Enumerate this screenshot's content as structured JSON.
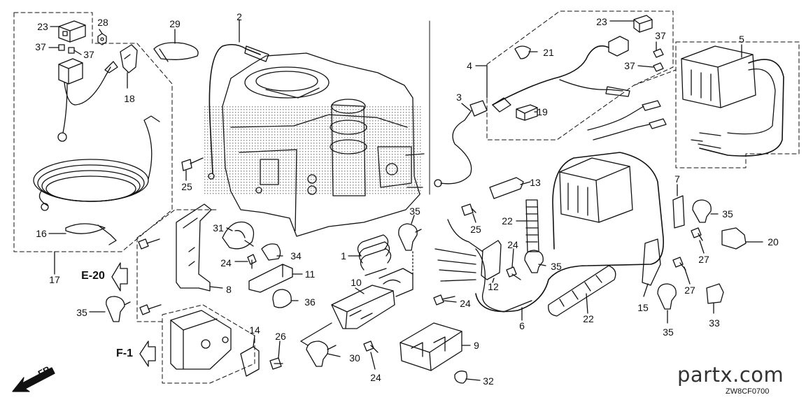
{
  "diagram": {
    "callouts": [
      {
        "id": "p23a",
        "label": "23"
      },
      {
        "id": "p28",
        "label": "28"
      },
      {
        "id": "p29",
        "label": "29"
      },
      {
        "id": "p2",
        "label": "2"
      },
      {
        "id": "p37a",
        "label": "37"
      },
      {
        "id": "p37b",
        "label": "37"
      },
      {
        "id": "p18",
        "label": "18"
      },
      {
        "id": "p25a",
        "label": "25"
      },
      {
        "id": "p16",
        "label": "16"
      },
      {
        "id": "p17",
        "label": "17"
      },
      {
        "id": "p31",
        "label": "31"
      },
      {
        "id": "p24a",
        "label": "24"
      },
      {
        "id": "p34",
        "label": "34"
      },
      {
        "id": "p11",
        "label": "11"
      },
      {
        "id": "p8",
        "label": "8"
      },
      {
        "id": "p36",
        "label": "36"
      },
      {
        "id": "p35a",
        "label": "35"
      },
      {
        "id": "p14",
        "label": "14"
      },
      {
        "id": "p26",
        "label": "26"
      },
      {
        "id": "p1",
        "label": "1"
      },
      {
        "id": "p10",
        "label": "10"
      },
      {
        "id": "p24b",
        "label": "24"
      },
      {
        "id": "p30",
        "label": "30"
      },
      {
        "id": "p24c",
        "label": "24"
      },
      {
        "id": "p9",
        "label": "9"
      },
      {
        "id": "p32",
        "label": "32"
      },
      {
        "id": "p35b",
        "label": "35"
      },
      {
        "id": "p25b",
        "label": "25"
      },
      {
        "id": "p22a",
        "label": "22"
      },
      {
        "id": "p12",
        "label": "12"
      },
      {
        "id": "p24d",
        "label": "24"
      },
      {
        "id": "p35c",
        "label": "35"
      },
      {
        "id": "p6",
        "label": "6"
      },
      {
        "id": "p22b",
        "label": "22"
      },
      {
        "id": "p3",
        "label": "3"
      },
      {
        "id": "p4",
        "label": "4"
      },
      {
        "id": "p21",
        "label": "21"
      },
      {
        "id": "p23b",
        "label": "23"
      },
      {
        "id": "p37c",
        "label": "37"
      },
      {
        "id": "p37d",
        "label": "37"
      },
      {
        "id": "p19",
        "label": "19"
      },
      {
        "id": "p13",
        "label": "13"
      },
      {
        "id": "p5",
        "label": "5"
      },
      {
        "id": "p7",
        "label": "7"
      },
      {
        "id": "p35d",
        "label": "35"
      },
      {
        "id": "p27a",
        "label": "27"
      },
      {
        "id": "p20",
        "label": "20"
      },
      {
        "id": "p27b",
        "label": "27"
      },
      {
        "id": "p15",
        "label": "15"
      },
      {
        "id": "p35e",
        "label": "35"
      },
      {
        "id": "p33",
        "label": "33"
      }
    ],
    "nav": [
      {
        "id": "e20",
        "label": "E-20"
      },
      {
        "id": "f1",
        "label": "F-1"
      }
    ],
    "front_marker": "FR.",
    "watermark": "partx.com",
    "diagram_code": "ZW8CF0700"
  }
}
